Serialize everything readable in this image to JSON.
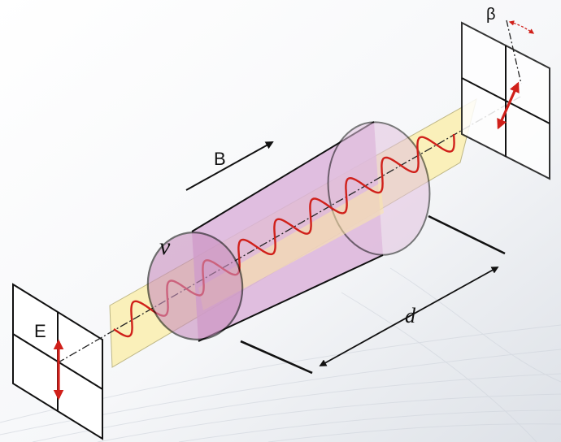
{
  "labels": {
    "magnetic_field": "B",
    "electric_field": "E",
    "rotation_angle": "β",
    "medium_constant": "ν",
    "path_length": "d"
  },
  "colors": {
    "wave": "#d0201a",
    "polarization_arrow": "#d0201a",
    "cylinder_fill": "#dcb4da",
    "cylinder_end": "#c98fbf",
    "plane_fill": "#fbf0b4",
    "frame_stroke": "#111111"
  }
}
